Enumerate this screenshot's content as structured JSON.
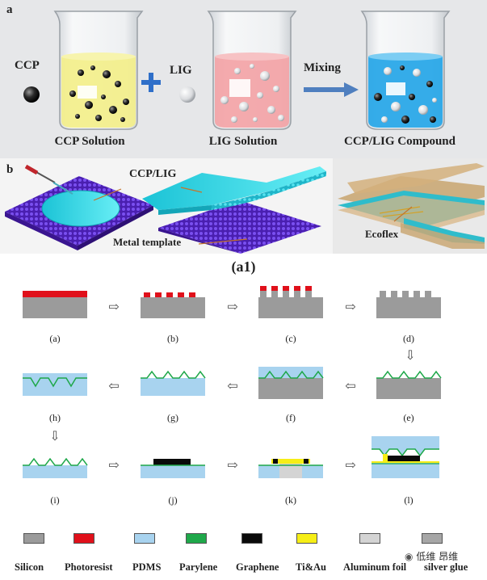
{
  "panel_a": {
    "letter": "a",
    "ccp_label": "CCP",
    "lig_label": "LIG",
    "mixing_label": "Mixing",
    "captions": [
      "CCP Solution",
      "LIG Solution",
      "CCP/LIG Compound"
    ]
  },
  "panel_b": {
    "letter": "b",
    "ccp_lig_label": "CCP/LIG",
    "metal_template_label": "Metal template",
    "ecoflex_label": "Ecoflex"
  },
  "figure_title": "(a1)",
  "steps": [
    "(a)",
    "(b)",
    "(c)",
    "(d)",
    "(e)",
    "(f)",
    "(g)",
    "(h)",
    "(i)",
    "(j)",
    "(k)",
    "(l)"
  ],
  "legend": [
    {
      "label": "Silicon",
      "color": "#9b9b9b"
    },
    {
      "label": "Photoresist",
      "color": "#e0101a"
    },
    {
      "label": "PDMS",
      "color": "#a8d3ef"
    },
    {
      "label": "Parylene",
      "color": "#1fa84a"
    },
    {
      "label": "Graphene",
      "color": "#0a0a0a"
    },
    {
      "label": "Ti&Au",
      "color": "#f6ee16"
    },
    {
      "label": "Aluminum foil",
      "color": "#d4d4d4"
    },
    {
      "label": "silver glue",
      "color": "#a6a6a6"
    }
  ],
  "watermark": "低维 昂维",
  "colors": {
    "ccp_solution": "#f3ef8a",
    "lig_solution": "#f3a3a6",
    "compound_solution": "#2aa8e8",
    "pad": "#25d6e2",
    "template": "#5b2dbf",
    "mix_arrow": "#4f7fbf",
    "plus": "#2f6fc9"
  }
}
